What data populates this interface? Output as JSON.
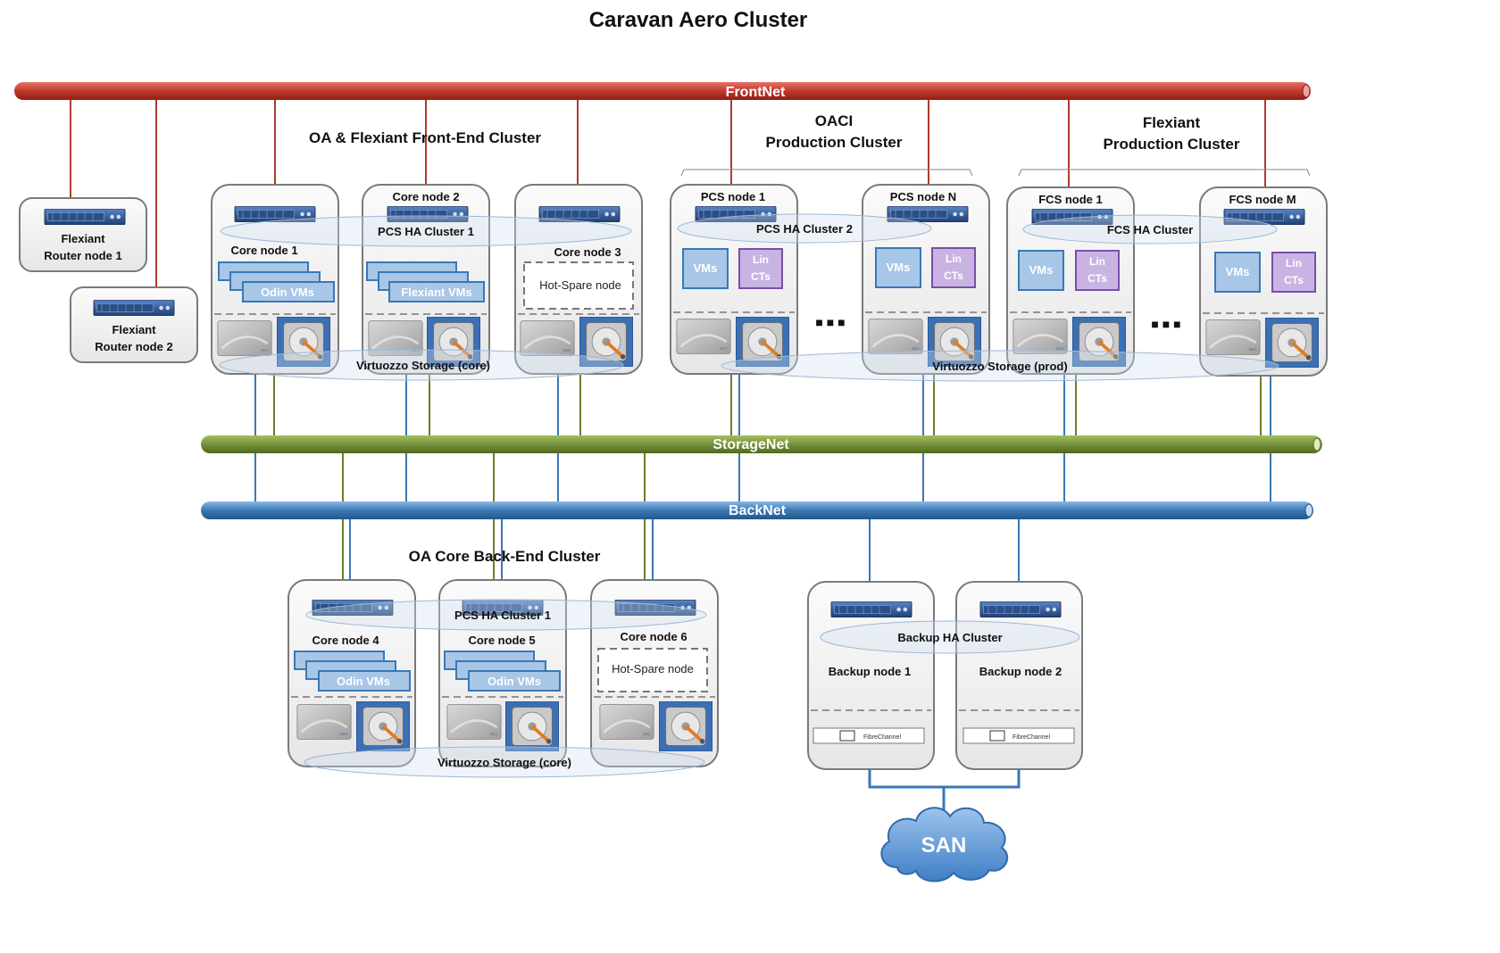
{
  "title": "Caravan Aero Cluster",
  "networks": {
    "front": "FrontNet",
    "storage": "StorageNet",
    "back": "BackNet"
  },
  "groups": {
    "frontend": "OA & Flexiant Front-End Cluster",
    "oaci_line1": "OACI",
    "oaci_line2": "Production Cluster",
    "flexiant_line1": "Flexiant",
    "flexiant_line2": "Production Cluster",
    "backend": "OA Core Back-End Cluster"
  },
  "routers": [
    {
      "line1": "Flexiant",
      "line2": "Router node 1"
    },
    {
      "line1": "Flexiant",
      "line2": "Router node 2"
    }
  ],
  "nodes": {
    "core1": "Core node 1",
    "core2": "Core node 2",
    "core3": "Core node 3",
    "core4": "Core node 4",
    "core5": "Core node 5",
    "core6": "Core node 6",
    "pcs1": "PCS node 1",
    "pcsn": "PCS node N",
    "fcs1": "FCS node 1",
    "fcsm": "FCS node M",
    "backup1": "Backup node 1",
    "backup2": "Backup node 2"
  },
  "ha": {
    "pcs1": "PCS HA Cluster 1",
    "pcs2": "PCS HA Cluster 2",
    "fcs": "FCS HA Cluster",
    "pcs1_back": "PCS HA Cluster 1",
    "backup": "Backup HA Cluster"
  },
  "storage_labels": {
    "core_top": "Virtuozzo Storage (core)",
    "prod": "Virtuozzo Storage (prod)",
    "core_bottom": "Virtuozzo Storage (core)"
  },
  "workloads": {
    "odin": "Odin VMs",
    "flexiant": "Flexiant VMs",
    "hot_spare": "Hot-Spare node",
    "vms": "VMs",
    "lin1": "Lin",
    "lin2": "CTs"
  },
  "fibre": "FibreChannel",
  "san": "SAN",
  "ellipsis": "■ ■ ■",
  "colors": {
    "frontnet": "#c0392b",
    "storagenet": "#6b8e23",
    "backnet": "#3a78b5",
    "vm_fill": "#a8c6e6",
    "ct_fill": "#c9b3e3",
    "san_fill": "#6a9fd8"
  }
}
